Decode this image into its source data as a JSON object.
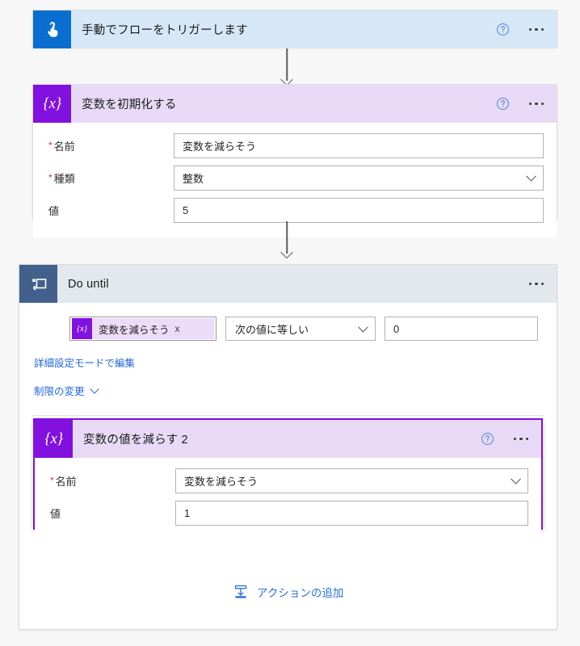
{
  "flow": {
    "trigger": {
      "icon": "hand-tap-icon",
      "title": "手動でフローをトリガーします",
      "help_icon": "help-circle-icon",
      "menu_icon": "ellipsis-icon",
      "header_color": "#d6e8f8",
      "icon_color": "#0a6ed1"
    },
    "init_variable": {
      "icon": "variable-braces-icon",
      "title": "変数を初期化する",
      "help_icon": "help-circle-icon",
      "menu_icon": "ellipsis-icon",
      "header_color": "#e8daf6",
      "icon_color": "#8211e0",
      "icon_glyph": "{x}",
      "fields": [
        {
          "label": "名前",
          "required": true,
          "value": "変数を減らそう",
          "control": "text"
        },
        {
          "label": "種類",
          "required": true,
          "value": "整数",
          "control": "select"
        },
        {
          "label": "値",
          "required": false,
          "value": "5",
          "control": "text"
        }
      ]
    },
    "do_until": {
      "icon": "loop-until-icon",
      "title": "Do until",
      "menu_icon": "ellipsis-icon",
      "header_color": "#e3e8ee",
      "icon_color": "#41618c",
      "condition": {
        "token": {
          "badge": "{x}",
          "text": "変数を減らそう",
          "remove": "x"
        },
        "operator": "次の値に等しい",
        "value": "0"
      },
      "links": [
        {
          "label": "詳細設定モードで編集",
          "chevron": false
        },
        {
          "label": "制限の変更",
          "chevron": true
        }
      ],
      "inner_action": {
        "icon": "variable-braces-icon",
        "title": "変数の値を減らす 2",
        "help_icon": "help-circle-icon",
        "menu_icon": "ellipsis-icon",
        "header_color": "#e8daf6",
        "icon_color": "#8211e0",
        "icon_glyph": "{x}",
        "selected": true,
        "selection_color": "#8211e0",
        "fields": [
          {
            "label": "名前",
            "required": true,
            "value": "変数を減らそう",
            "control": "select"
          },
          {
            "label": "値",
            "required": false,
            "value": "1",
            "control": "text"
          }
        ]
      },
      "add_action": {
        "icon": "insert-action-icon",
        "label": "アクションの追加"
      }
    },
    "connectors": [
      {
        "name": "connector-trigger-to-init"
      },
      {
        "name": "connector-init-to-dountil"
      }
    ]
  }
}
